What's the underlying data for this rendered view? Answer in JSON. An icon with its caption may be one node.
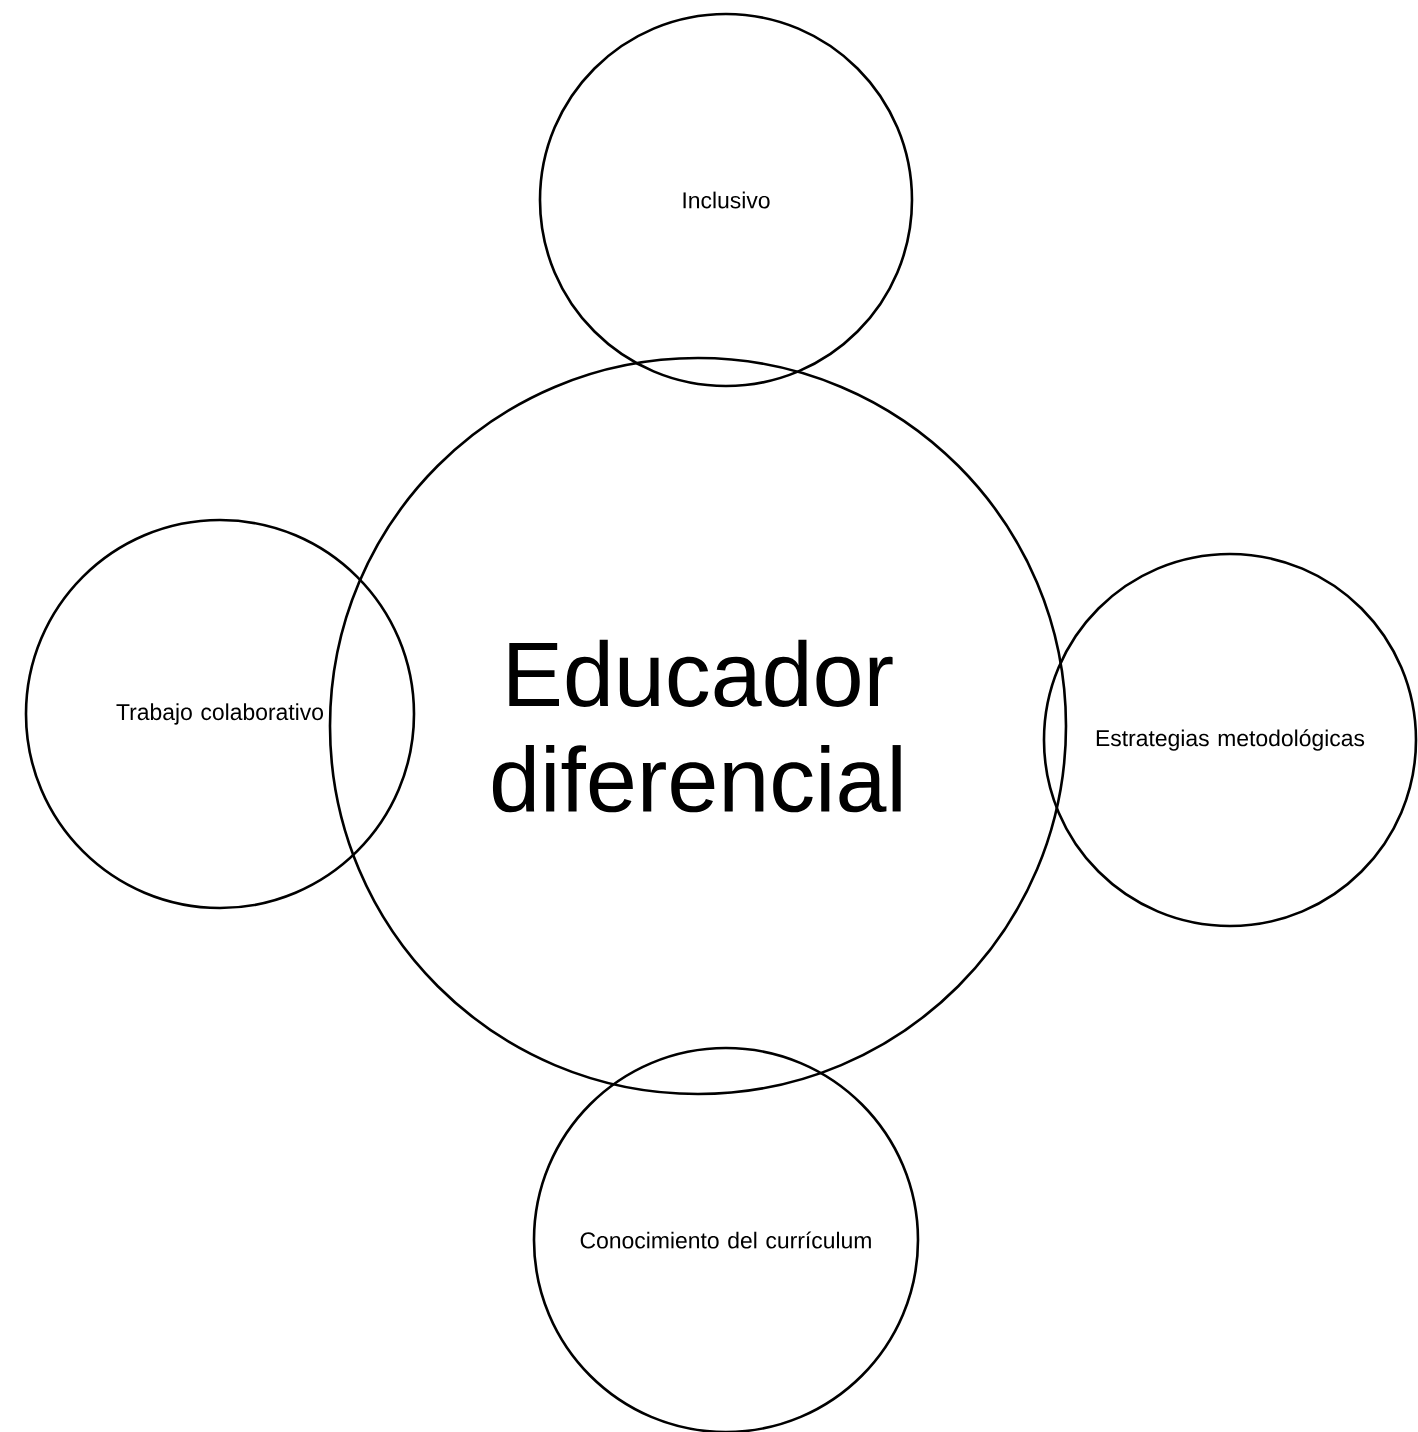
{
  "diagram": {
    "nodes": [
      {
        "text": [
          "Educador diferencial"
        ]
      },
      {
        "text": [
          "Inclusivo"
        ]
      },
      {
        "text": [
          "Trabajo colaborativo"
        ]
      },
      {
        "text": [
          "Estrategias metodológicas"
        ]
      },
      {
        "text": [
          "Conocimiento del currículum"
        ]
      }
    ]
  }
}
